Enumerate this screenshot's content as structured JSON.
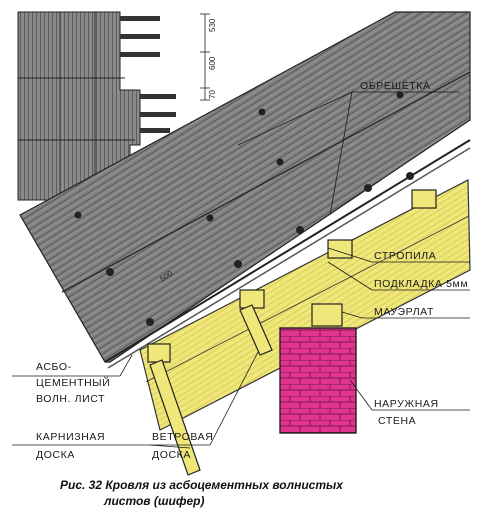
{
  "diagram": {
    "labels": {
      "obreshetka": "ОБРЕШЁТКА",
      "stropila": "СТРОПИЛА",
      "podkladka": "ПОДКЛАДКА 5мм",
      "mauerlat": "МАУЭРЛАТ",
      "naruzhnaya": "НАРУЖНАЯ",
      "stena": "СТЕНА",
      "asbo": "АСБО-",
      "cementny": "ЦЕМЕНТНЫЙ",
      "voln_list": "ВОЛН. ЛИСТ",
      "karniznaya": "КАРНИЗНАЯ",
      "doska_left": "ДОСКА",
      "vetrovaya": "ВЕТРОВАЯ",
      "doska_right": "ДОСКА"
    },
    "dimensions": {
      "d70": "70",
      "d600": "600",
      "d530": "530",
      "d500": "500"
    },
    "colors": {
      "slate": "#7d7d7d",
      "slate_dark": "#3d3d3d",
      "wood": "#efe77a",
      "wall": "#e2338f",
      "ink": "#1a1a1a"
    }
  },
  "caption": {
    "line1": "Рис. 32 Кровля из асбоцементных волнистых",
    "line2": "листов (шифер)"
  }
}
